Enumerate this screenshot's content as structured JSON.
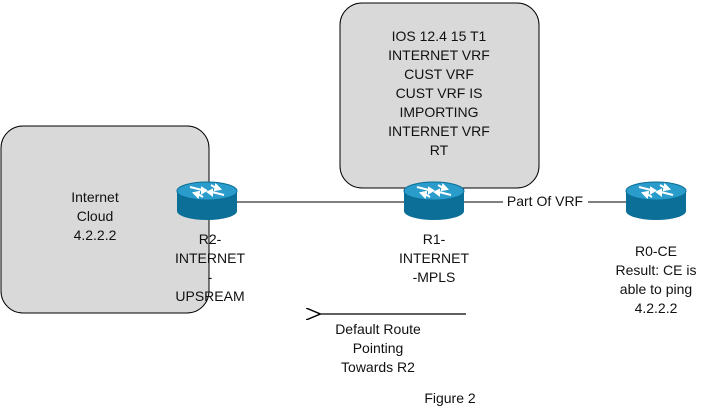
{
  "notes_box": {
    "lines": [
      "IOS 12.4 15 T1",
      "INTERNET VRF",
      "CUST VRF",
      "CUST VRF IS",
      "IMPORTING",
      "INTERNET VRF",
      "RT"
    ]
  },
  "internet_cloud": {
    "lines": [
      "Internet",
      "Cloud",
      "4.2.2.2"
    ]
  },
  "routers": {
    "r2": {
      "lines": [
        "R2-",
        "INTERNET",
        "-",
        "UPSREAM"
      ]
    },
    "r1": {
      "lines": [
        "R1-",
        "INTERNET",
        "-MPLS"
      ]
    },
    "r0": {
      "lines": [
        "R0-CE",
        "Result: CE is",
        "able to ping",
        "4.2.2.2"
      ]
    }
  },
  "link_label": "Part Of VRF",
  "arrow_note": {
    "lines": [
      "Default Route",
      "Pointing",
      "Towards R2"
    ]
  },
  "caption": "Figure 2",
  "colors": {
    "box_fill": "#d9d9d9",
    "box_stroke": "#000000",
    "router_top": "#1e8fbf",
    "router_body": "#0b6f97",
    "router_arrow": "#ffffff",
    "link": "#000000"
  }
}
